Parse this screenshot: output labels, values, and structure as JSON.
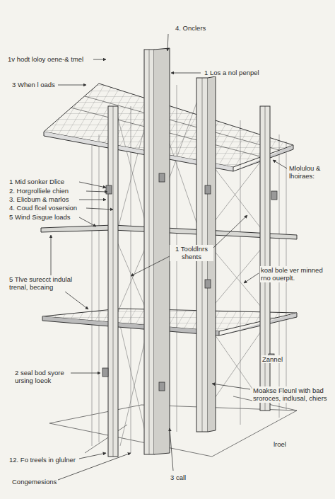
{
  "diagram": {
    "labels": [
      "4. Onclers",
      "1v hodt loloy oene-& tmel",
      "1 Los a nol penpel",
      "3 When l oads",
      "Mlolulou & lhoiraes:",
      "1 Mid sonker Dlice",
      "2. Horgrolliele chien",
      "3. Elicbum & marlos",
      "4. Coud flcel vosersion",
      "5 Wind Sisgue loads",
      "1 Tooldlnrs shents",
      "koal bole ver minned rno ouerplt.",
      "5 Tlve surecct indulal trenal, becaing",
      "Zannel",
      "2 seal bod syore ursing loeok",
      "Moakse Fleunl with bad sroroces, indlusal, chiers",
      "12. Fo treels in glulner",
      "lroel",
      "3 call",
      "Congemesions"
    ]
  }
}
